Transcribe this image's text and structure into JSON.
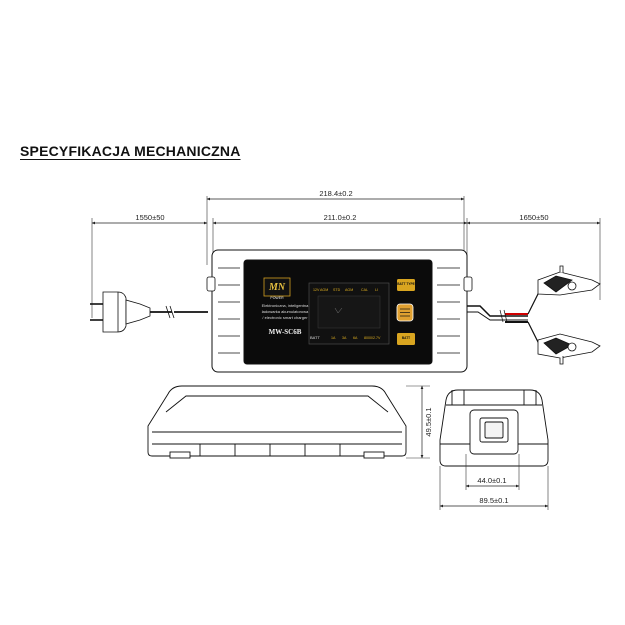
{
  "title": "SPECYFIKACJA MECHANICZNA",
  "dimensions": {
    "total_width": "218.4±0.2",
    "body_width": "211.0±0.2",
    "cable_left": "1550±50",
    "cable_right": "1650±50",
    "height": "49.5±0.1",
    "port_width": "44.0±0.1",
    "depth": "89.5±0.1"
  },
  "device": {
    "brand": "MN",
    "brand_sub": "POWER",
    "desc_1": "Elektroniczna, inteligentna",
    "desc_2": "ładowarka akumulatorowa",
    "desc_3": "/ electronic smart charger",
    "model": "MW-SC6B",
    "batt_type_label": "BATT TYPE",
    "batt_label": "BATT",
    "batt_button_label": "BATT",
    "lcd_top": [
      "12V",
      "AGM",
      "STD",
      "AGM",
      "CAL",
      "LI"
    ],
    "lcd_bottom": [
      "1A",
      "3A",
      "6A",
      "8000/2.7V"
    ]
  }
}
